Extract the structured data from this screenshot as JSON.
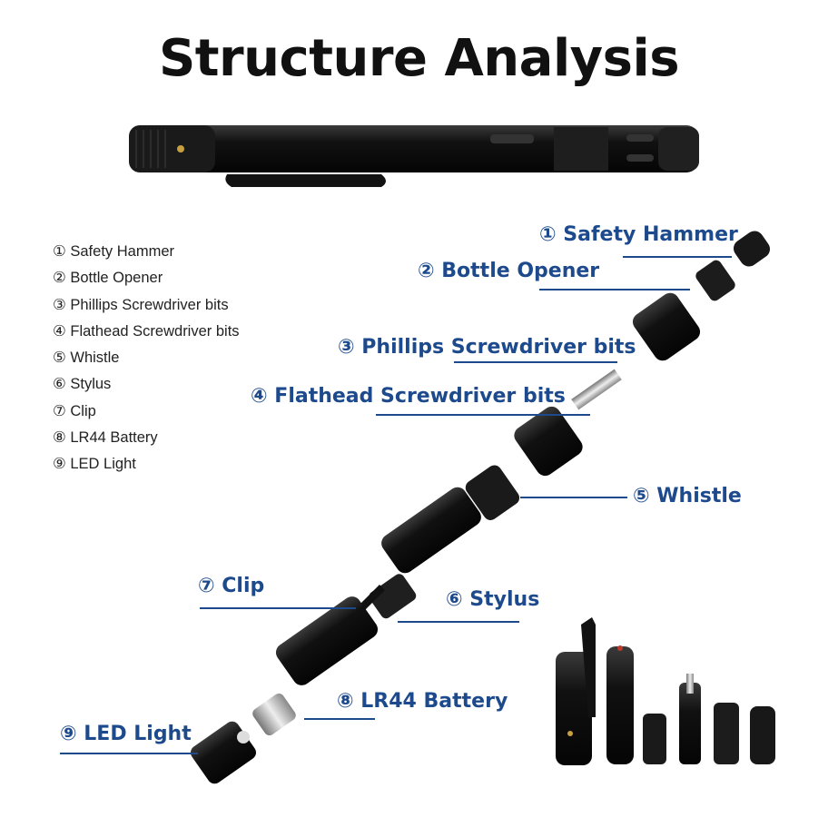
{
  "title": "Structure Analysis",
  "legend": [
    "① Safety Hammer",
    "② Bottle Opener",
    "③ Phillips Screwdriver bits",
    "④ Flathead Screwdriver bits",
    "⑤ Whistle",
    "⑥ Stylus",
    "⑦ Clip",
    "⑧ LR44 Battery",
    "⑨ LED Light"
  ],
  "callouts": {
    "safety_hammer": "① Safety Hammer",
    "bottle_opener": "② Bottle Opener",
    "phillips": "③ Phillips Screwdriver bits",
    "flathead": "④ Flathead Screwdriver bits",
    "whistle": "⑤ Whistle",
    "stylus": "⑥ Stylus",
    "clip": "⑦ Clip",
    "battery": "⑧ LR44 Battery",
    "led": "⑨ LED Light"
  },
  "colors": {
    "accent": "#1d4a8c",
    "metal": "#151515",
    "silver": "#bdbdbd"
  }
}
